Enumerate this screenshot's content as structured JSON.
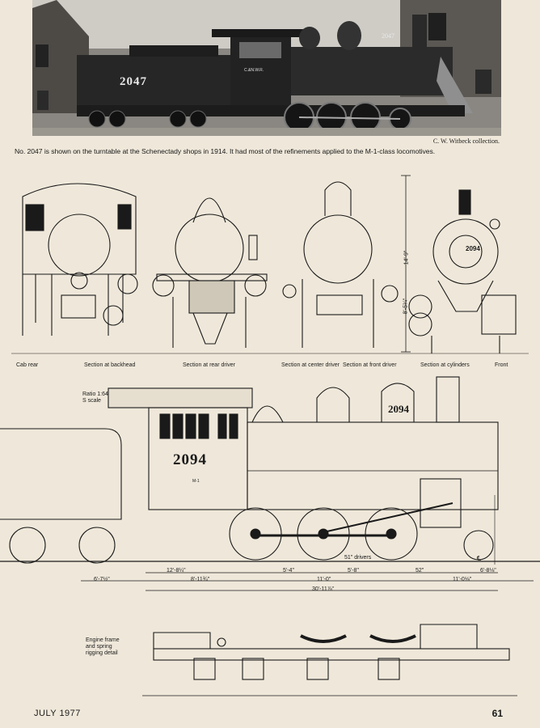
{
  "photo": {
    "tender_number": "2047",
    "cab_number": "2047",
    "road_name": "C.&N.W.R.",
    "credit": "C. W. Witbeck collection."
  },
  "caption": "No. 2047 is shown on the turntable at the Schenectady shops in 1914. It had most of the refinements applied to the M-1-class locomotives.",
  "sections": {
    "labels": [
      "Cab rear",
      "Section at backhead",
      "Section at rear driver",
      "Section at center driver",
      "Section at front driver",
      "Section at cylinders",
      "Front"
    ],
    "smokebox_number": "2094",
    "height_dims": [
      "14'-9\"",
      "8'-5¼\""
    ]
  },
  "side_view": {
    "ratio_label": "Ratio 1:64",
    "scale_label": "S scale",
    "cab_number": "2094",
    "dome_number": "2094",
    "class_label": "M-1",
    "drivers_label": "51\" drivers",
    "centerline_label": "℄",
    "dims_row1": [
      "12'-8¼\"",
      "5'-4\"",
      "5'-8\"",
      "52\"",
      "6'-8⅛\""
    ],
    "dims_row2": [
      "6'-7½\"",
      "8'-11¾\"",
      "11'-0\"",
      "11'-0⅛\""
    ],
    "dims_row3": [
      "30'-11⅞\""
    ]
  },
  "detail": {
    "label_lines": [
      "Engine frame",
      "and spring",
      "rigging detail"
    ]
  },
  "footer": {
    "issue": "JULY 1977",
    "page": "61"
  }
}
